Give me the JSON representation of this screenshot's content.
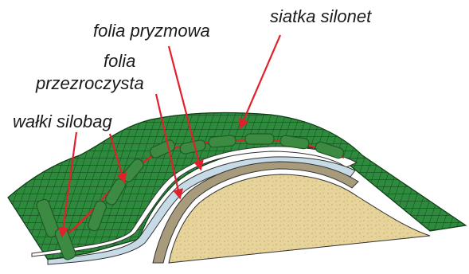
{
  "labels": {
    "mesh": "siatka silonet",
    "prism_foil": "folia pryzmowa",
    "clear_foil_line1": "folia",
    "clear_foil_line2": "przezroczysta",
    "rollers": "wałki silobag"
  },
  "colors": {
    "mesh_fill": "#2e8a3c",
    "mesh_grid": "#0d3d16",
    "roller": "#3d8a42",
    "roller_dark": "#1f5b25",
    "strap": "#d62828",
    "arrow": "#e0202a",
    "clear_foil": "#ffffff",
    "prism_foil": "#c6dbe6",
    "silage_top": "#a89b7c",
    "silage": "#e6d49b",
    "silage_grain": "#bba36a"
  }
}
